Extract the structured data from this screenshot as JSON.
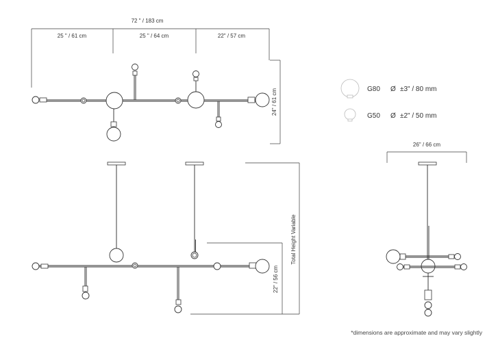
{
  "dimensions": {
    "total_width": "72 \" / 183 cm",
    "segment_1": "25 \" / 61 cm",
    "segment_2": "25 \" / 64 cm",
    "segment_3": "22\" / 57 cm",
    "height_top": "24\" / 61 cm",
    "height_front": "22\" / 56 cm",
    "total_height": "Total Height Variable",
    "side_width": "26\" / 66 cm"
  },
  "bulbs": [
    {
      "name": "G80",
      "diameter": "±3\" / 80 mm"
    },
    {
      "name": "G50",
      "diameter": "±2\" / 50 mm"
    }
  ],
  "diameter_symbol": "Ø",
  "footnote": "*dimensions are approximate and may vary slightly"
}
